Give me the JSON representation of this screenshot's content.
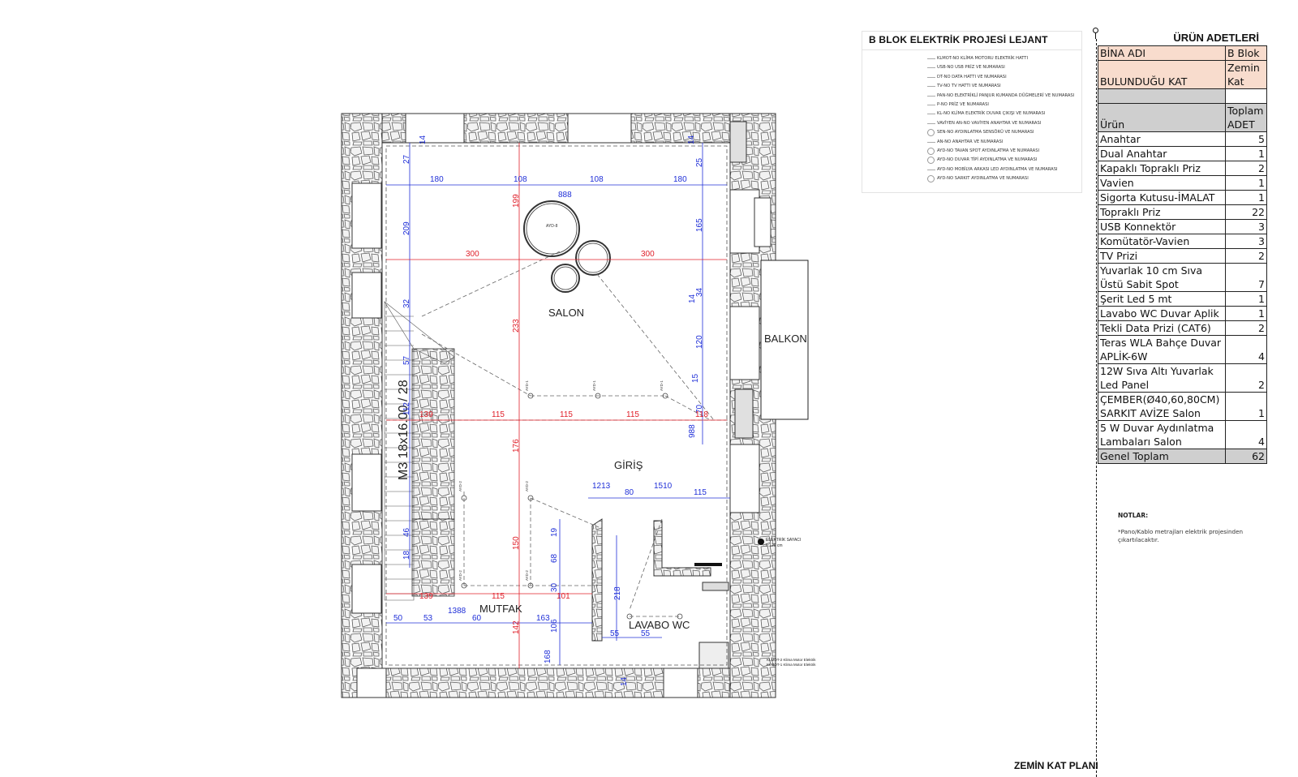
{
  "legend": {
    "title": "B BLOK ELEKTRİK PROJESİ LEJANT",
    "items": [
      "KLMOT-NO KLİMA MOTORU ELEKTRİK HATTI",
      "USB-NO USB PRİZ VE NUMARASI",
      "DT-NO DATA HATTI VE NUMARASI",
      "TV-NO TV HATTI VE NUMARASI",
      "PAN-NO ELEKTRİKLİ PANJUR KUMANDA DÜĞMELERİ VE NUMARASI",
      "P-NO PRİZ VE NUMARASI",
      "KL-NO KLİMA ELEKTRİK DUVAR ÇIKIŞI VE NUMARASI",
      "VAVİYEN AN-NO VAVİYEN ANAHTAR VE NUMARASI",
      "SEN-NO AYDINLATMA SENSÖRÜ VE NUMARASI",
      "AN-NO ANAHTAR VE NUMARASI",
      "AYD-NO TAVAN SPOT AYDINLATMA VE NUMARASI",
      "AYD-NO DUVAR TİPİ AYDINLATMA VE NUMARASI",
      "AYD-NO MOBİLYA ARKASI LED AYDINLATMA VE NUMARASI",
      "AYD-NO SARKIT AYDINLATMA VE NUMARASI"
    ]
  },
  "table": {
    "title": "ÜRÜN ADETLERİ",
    "building_label": "BİNA ADI",
    "building_value": "B Blok",
    "floor_label": "BULUNDUĞU KAT",
    "floor_value": "Zemin Kat",
    "col_product": "Ürün",
    "col_total": "Toplam ADET",
    "rows": [
      {
        "name": "Anahtar",
        "qty": "5"
      },
      {
        "name": "Dual Anahtar",
        "qty": "1"
      },
      {
        "name": "Kapaklı Topraklı Priz",
        "qty": "2"
      },
      {
        "name": "Vavien",
        "qty": "1"
      },
      {
        "name": "Sigorta Kutusu-İMALAT",
        "qty": "1"
      },
      {
        "name": "Topraklı Priz",
        "qty": "22"
      },
      {
        "name": "USB Konnektör",
        "qty": "3"
      },
      {
        "name": "Komütatör-Vavien",
        "qty": "3"
      },
      {
        "name": "TV Prizi",
        "qty": "2"
      },
      {
        "name": "Yuvarlak 10 cm Sıva Üstü Sabit Spot",
        "qty": "7"
      },
      {
        "name": "Şerit Led 5 mt",
        "qty": "1"
      },
      {
        "name": "Lavabo WC Duvar Aplik",
        "qty": "1"
      },
      {
        "name": "Tekli Data Prizi (CAT6)",
        "qty": "2"
      },
      {
        "name": "Teras WLA Bahçe Duvar APLİK-6W",
        "qty": "4"
      },
      {
        "name": "12W Sıva Altı Yuvarlak Led Panel",
        "qty": "2"
      },
      {
        "name": "ÇEMBER(Ø40,60,80CM) SARKIT AVİZE Salon",
        "qty": "1"
      },
      {
        "name": "5 W Duvar Aydınlatma Lambaları Salon",
        "qty": "4"
      }
    ],
    "total_label": "Genel Toplam",
    "total_value": "62"
  },
  "notes": {
    "title": "NOTLAR:",
    "text": "*Pano/Kablo metrajları elektrik projesinden çıkartılacaktır."
  },
  "plan": {
    "sheet_title": "ZEMİN KAT PLANI",
    "rooms": {
      "salon": "SALON",
      "balkon": "BALKON",
      "giris": "GİRİŞ",
      "mutfak": "MUTFAK",
      "lavabo": "LAVABO WC",
      "stair": "M3 18x16.00 / 28"
    },
    "dims_blue": {
      "top_180_l": "180",
      "top_108_l": "108",
      "top_888": "888",
      "top_108_r": "108",
      "top_180_r": "180",
      "left_209": "209",
      "right_165": "165",
      "right_120": "120",
      "right_15": "15",
      "right_34": "34",
      "right_14": "14",
      "right_70": "70",
      "right_988": "988",
      "left_27": "27",
      "left_32": "32",
      "left_57": "57",
      "left_112": "112",
      "left_46": "46",
      "left_18": "18",
      "top_14_l": "14",
      "top_14_r": "14",
      "right_25": "25",
      "mid_1213": "1213",
      "mid_80": "80",
      "mid_1510": "1510",
      "mid_115": "115",
      "k_19": "19",
      "k_68": "68",
      "k_30": "30",
      "k_106": "106",
      "k_168": "168",
      "k_218": "218",
      "k_55_l": "55",
      "k_55_r": "55",
      "k_14": "14",
      "bot_50": "50",
      "bot_53": "53",
      "bot_1388": "1388",
      "bot_60": "60",
      "bot_163": "163"
    },
    "dims_red": {
      "r_300_l": "300",
      "r_300_r": "300",
      "r_199": "199",
      "r_233": "233",
      "r_139": "139",
      "r_115_a": "115",
      "r_115_b": "115",
      "r_115_c": "115",
      "r_118": "118",
      "r_176": "176",
      "r_150": "150",
      "r_139_b": "139",
      "r_115_d": "115",
      "r_101": "101",
      "r_142": "142"
    },
    "labels": {
      "spot1": "AYD-1",
      "spot2": "AYD-2",
      "pendant": "AYD-8",
      "meter": "ELEKTRİK SAYACI",
      "meter_h": "h:120 cm",
      "klmot": "KLMOT-2 Klima Motor Elektrik",
      "klmot1": "KLMOT-1 Klima Motor Elektrik"
    }
  }
}
